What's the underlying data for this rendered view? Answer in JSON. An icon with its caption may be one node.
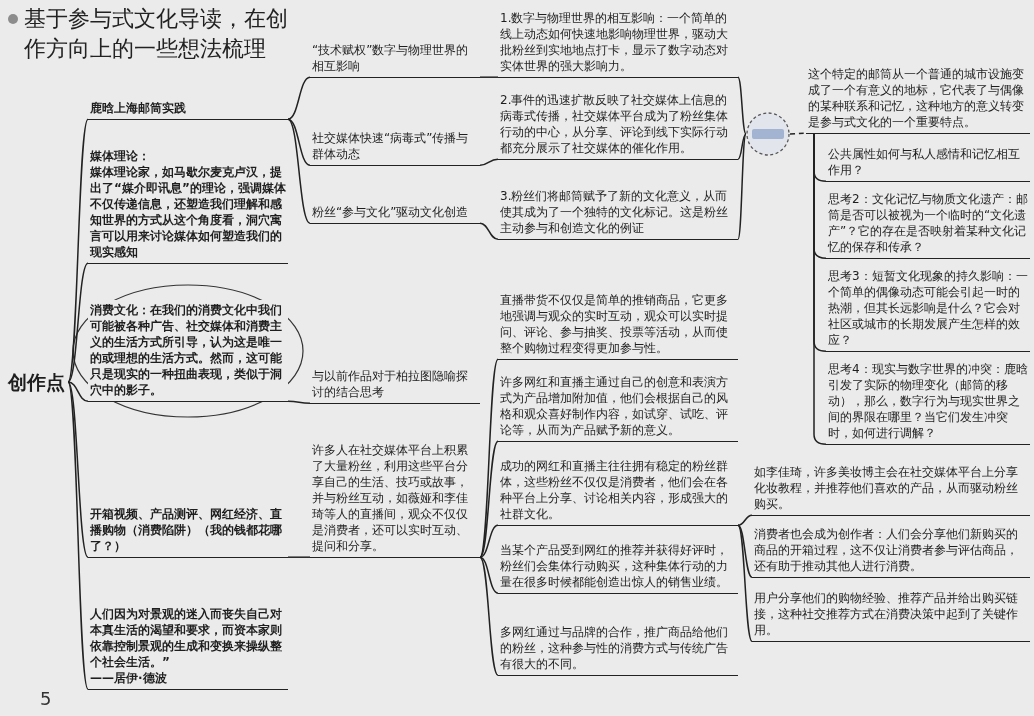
{
  "diagram": {
    "title": "基于参与式文化导读，在创作方向上的一些想法梳理",
    "nodes": [
      {
        "text": [
          "创作点"
        ]
      },
      {
        "text": [
          "鹿晗上海邮筒实践"
        ]
      },
      {
        "text": [
          "“技术赋权”数字与物理世界的相互影响"
        ]
      },
      {
        "text": [
          "1.数字与物理世界的相互影响：一个简单的线上动态如何快速地影响物理世界，驱动大批粉丝到实地地点打卡，显示了数字动态对实体世界的强大影响力。"
        ]
      },
      {
        "text": [
          "社交媒体快速“病毒式”传播与群体动态"
        ]
      },
      {
        "text": [
          "2.事件的迅速扩散反映了社交媒体上信息的病毒式传播，社交媒体平台成为了粉丝集体行动的中心，从分享、评论到线下实际行动都充分展示了社交媒体的催化作用。"
        ]
      },
      {
        "text": [
          "粉丝“参与文化”驱动文化创造"
        ]
      },
      {
        "text": [
          "3.粉丝们将邮筒赋予了新的文化意义，从而使其成为了一个独特的文化标记。这是粉丝主动参与和创造文化的例证"
        ]
      },
      {
        "text": [],
        "shape": "circle"
      },
      {
        "text": [
          "这个特定的邮筒从一个普通的城市设施变成了一个有意义的地标，它代表了与偶像的某种联系和记忆，这种地方的意义转变是参与式文化的一个重要特点。"
        ]
      },
      {
        "text": [
          "公共属性如何与私人感情和记忆相互作用？"
        ]
      },
      {
        "text": [
          "思考2：文化记忆与物质文化遗产：邮筒是否可以被视为一个临时的“文化遗产”？它的存在是否映射着某种文化记忆的保存和传承？"
        ]
      },
      {
        "text": [
          "思考3：短暂文化现象的持久影响：一个简单的偶像动态可能会引起一时的热潮，但其长远影响是什么？它会对社区或城市的长期发展产生怎样的效应？"
        ]
      },
      {
        "text": [
          "思考4：现实与数字世界的冲突：鹿晗引发了实际的物理变化（邮筒的移动），那么，数字行为与现实世界之间的界限在哪里？当它们发生冲突时，如何进行调解？"
        ]
      },
      {
        "text": [
          "媒体理论：",
          "媒体理论家，如马歇尔麦克卢汉，提出了“媒介即讯息”的理论，强调媒体不仅传递信息，还塑造我们理解和感知世界的方式从这个角度看，洞穴寓言可以用来讨论媒体如何塑造我们的现实感知"
        ]
      },
      {
        "text": [
          "消费文化：在我们的消费文化中我们可能被各种广告、社交媒体和消费主义的生活方式所引导，认为这是唯一的或理想的生活方式。然而，这可能只是现实的一种扭曲表现，类似于洞穴中的影子。"
        ]
      },
      {
        "text": [
          "与以前作品对于柏拉图隐喻探讨的结合思考"
        ]
      },
      {
        "text": [
          "开箱视频、产品测评、网红经济、直播购物（消费陷阱）（我的钱都花哪了？）"
        ]
      },
      {
        "text": [
          "许多人在社交媒体平台上积累了大量粉丝，利用这些平台分享自己的生活、技巧或故事，并与粉丝互动，如薇娅和李佳琦等人的直播间，观众不仅仅是消费者，还可以实时互动、提问和分享。"
        ]
      },
      {
        "text": [
          "直播带货不仅仅是简单的推销商品，它更多地强调与观众的实时互动，观众可以实时提问、评论、参与抽奖、投票等活动，从而使整个购物过程变得更加参与性。"
        ]
      },
      {
        "text": [
          "许多网红和直播主通过自己的创意和表演方式为产品增加附加值，他们会根据自己的风格和观众喜好制作内容，如试穿、试吃、评论等，从而为产品赋予新的意义。"
        ]
      },
      {
        "text": [
          "成功的网红和直播主往往拥有稳定的粉丝群体，这些粉丝不仅仅是消费者，他们会在各种平台上分享、讨论相关内容，形成强大的社群文化。"
        ]
      },
      {
        "text": [
          "如李佳琦，许多美妆博主会在社交媒体平台上分享化妆教程，并推荐他们喜欢的产品，从而驱动粉丝购买。"
        ]
      },
      {
        "text": [
          "消费者也会成为创作者：人们会分享他们新购买的商品的开箱过程，这不仅让消费者参与评估商品，还有助于推动其他人进行消费。"
        ]
      },
      {
        "text": [
          "用户分享他们的购物经验、推荐产品并给出购买链接，这种社交推荐方式在消费决策中起到了关键作用。"
        ]
      },
      {
        "text": [
          "当某个产品受到网红的推荐并获得好评时，粉丝们会集体行动购买，这种集体行动的力量在很多时候都能创造出惊人的销售业绩。"
        ]
      },
      {
        "text": [
          "多网红通过与品牌的合作，推广商品给他们的粉丝，这种参与性的消费方式与传统广告有很大的不同。"
        ]
      },
      {
        "text": [
          "人们因为对景观的迷入而丧失自己对本真生活的渴望和要求，而资本家则依靠控制景观的生成和变换来操纵整个社会生活。”",
          "——居伊·德波"
        ]
      }
    ],
    "edges": [
      {
        "from": 0,
        "to": 1,
        "arrow": "none"
      },
      {
        "from": 1,
        "to": 2,
        "arrow": "none"
      },
      {
        "from": 2,
        "to": 3,
        "arrow": "none"
      },
      {
        "from": 1,
        "to": 4,
        "arrow": "none"
      },
      {
        "from": 4,
        "to": 5,
        "arrow": "none"
      },
      {
        "from": 1,
        "to": 6,
        "arrow": "none"
      },
      {
        "from": 6,
        "to": 7,
        "arrow": "none"
      },
      {
        "from": 3,
        "to": 8,
        "arrow": "none"
      },
      {
        "from": 5,
        "to": 8,
        "arrow": "none"
      },
      {
        "from": 7,
        "to": 8,
        "arrow": "none"
      },
      {
        "from": 8,
        "to": 9,
        "arrow": "none",
        "style": "dashed"
      },
      {
        "from": 9,
        "to": 10,
        "arrow": "none"
      },
      {
        "from": 9,
        "to": 11,
        "arrow": "none"
      },
      {
        "from": 9,
        "to": 12,
        "arrow": "none"
      },
      {
        "from": 9,
        "to": 13,
        "arrow": "none"
      },
      {
        "from": 0,
        "to": 14,
        "arrow": "none"
      },
      {
        "from": 0,
        "to": 15,
        "arrow": "none"
      },
      {
        "from": 15,
        "to": 16,
        "arrow": "none"
      },
      {
        "from": 0,
        "to": 17,
        "arrow": "none"
      },
      {
        "from": 17,
        "to": 18,
        "arrow": "none"
      },
      {
        "from": 18,
        "to": 19,
        "arrow": "none"
      },
      {
        "from": 18,
        "to": 20,
        "arrow": "none"
      },
      {
        "from": 18,
        "to": 21,
        "arrow": "none"
      },
      {
        "from": 21,
        "to": 22,
        "arrow": "none"
      },
      {
        "from": 21,
        "to": 23,
        "arrow": "none"
      },
      {
        "from": 21,
        "to": 24,
        "arrow": "none"
      },
      {
        "from": 18,
        "to": 25,
        "arrow": "none"
      },
      {
        "from": 18,
        "to": 26,
        "arrow": "none"
      },
      {
        "from": 0,
        "to": 27,
        "arrow": "none"
      }
    ],
    "labels": [
      "5"
    ]
  }
}
